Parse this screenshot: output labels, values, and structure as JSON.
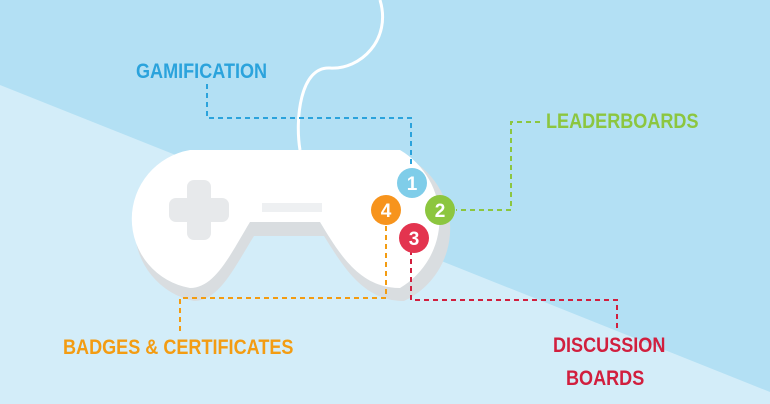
{
  "colors": {
    "background_top": "#b3e0f4",
    "background_bottom": "#d3edf9",
    "controller": "#ffffff",
    "controller_shadow": "#d9dde0",
    "dpad": "#e7e9eb",
    "gamification": "#2ba3dc",
    "leaderboards": "#8cc63f",
    "discussion": "#d11f3e",
    "badges": "#f39c12"
  },
  "buttons": [
    {
      "number": "1",
      "color": "#7fcde9"
    },
    {
      "number": "2",
      "color": "#8cc63f"
    },
    {
      "number": "3",
      "color": "#e3344f"
    },
    {
      "number": "4",
      "color": "#f7941d"
    }
  ],
  "labels": {
    "gamification": "GAMIFICATION",
    "leaderboards": "LEADERBOARDS",
    "badges": "BADGES & CERTIFICATES",
    "discussion_line1": "DISCUSSION",
    "discussion_line2": "BOARDS"
  }
}
